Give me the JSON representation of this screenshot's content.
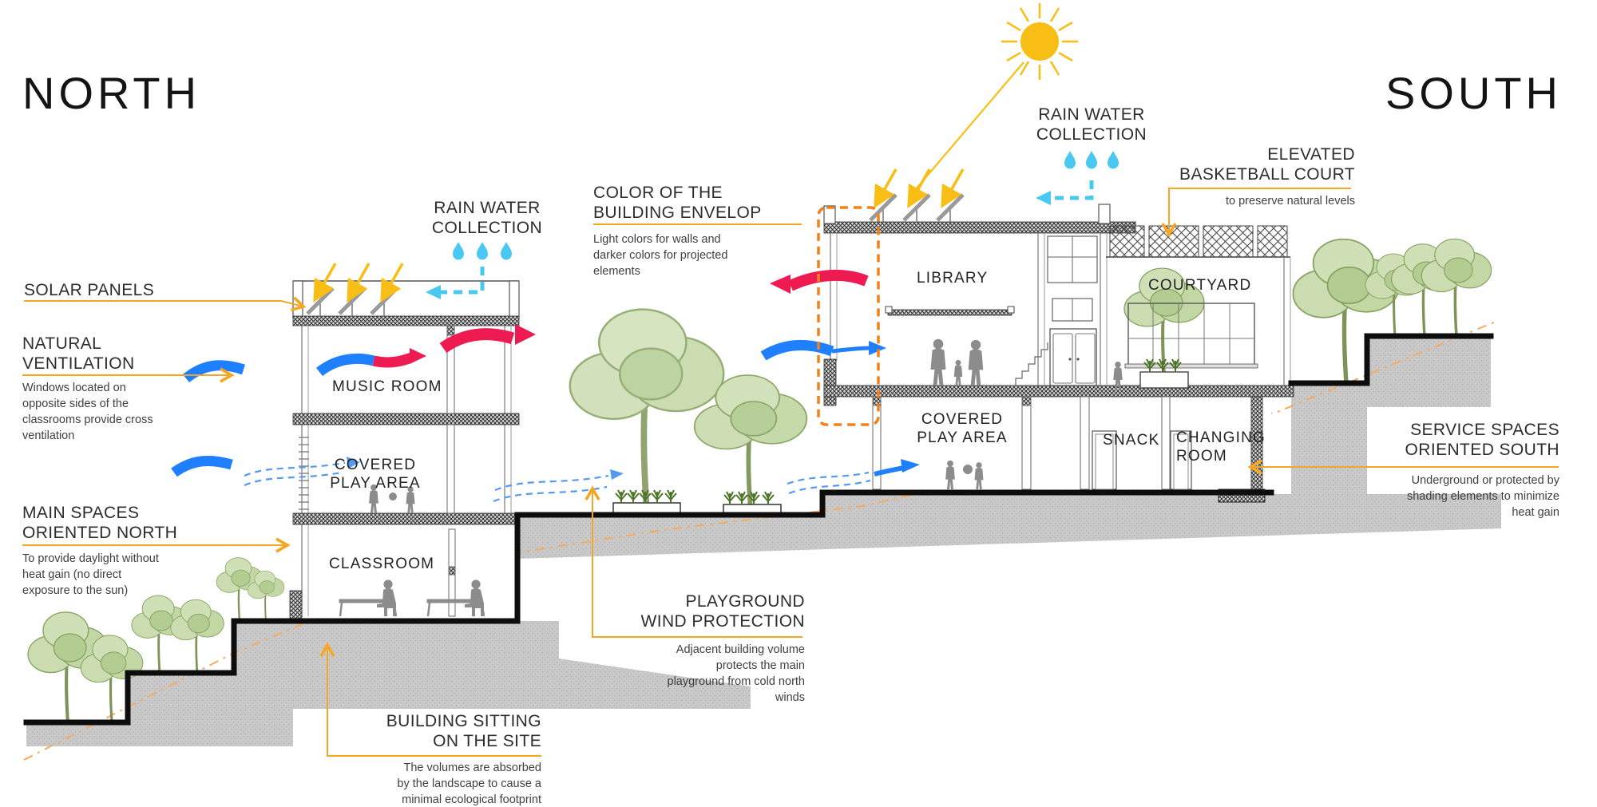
{
  "orientation": {
    "north": "NORTH",
    "south": "SOUTH"
  },
  "callouts": {
    "solar_panels": {
      "title": "SOLAR PANELS"
    },
    "natural_ventilation": {
      "title": "NATURAL\nVENTILATION",
      "body": "Windows located on\nopposite sides of the\nclassrooms provide cross\nventilation"
    },
    "main_spaces": {
      "title": "MAIN SPACES\nORIENTED NORTH",
      "body": "To provide daylight without\nheat gain (no direct\nexposure to the sun)"
    },
    "rain_water_north": {
      "title": "RAIN WATER\nCOLLECTION"
    },
    "building_envelope": {
      "title": "COLOR OF THE\nBUILDING ENVELOP",
      "body": "Light colors for walls and\ndarker colors for projected\nelements"
    },
    "rain_water_south": {
      "title": "RAIN WATER\nCOLLECTION"
    },
    "elevated_court": {
      "title": "ELEVATED\nBASKETBALL COURT",
      "body": "to preserve natural levels"
    },
    "service_spaces": {
      "title": "SERVICE SPACES\nORIENTED SOUTH",
      "body": "Underground or protected by\nshading elements to minimize\nheat gain"
    },
    "playground_wind": {
      "title": "PLAYGROUND\nWIND PROTECTION",
      "body": "Adjacent building volume\nprotects the main\nplayground from cold north\nwinds"
    },
    "building_sitting": {
      "title": "BUILDING SITTING\nON THE SITE",
      "body": "The volumes are absorbed\nby the landscape to cause a\nminimal ecological footprint"
    }
  },
  "rooms": {
    "music_room": "MUSIC ROOM",
    "covered_play_north": "COVERED\nPLAY AREA",
    "classroom": "CLASSROOM",
    "library": "LIBRARY",
    "courtyard": "COURTYARD",
    "covered_play_south": "COVERED\nPLAY AREA",
    "snack": "SNACK",
    "changing_room": "CHANGING\nROOM"
  },
  "colors": {
    "accent_orange": "#F5A623",
    "deep_orange": "#F0821E",
    "cyan": "#49C8F2",
    "blue": "#1E80FF",
    "red": "#EE1A52",
    "sun_yellow": "#F9BE16",
    "ground_gray": "#C9C9C9"
  }
}
